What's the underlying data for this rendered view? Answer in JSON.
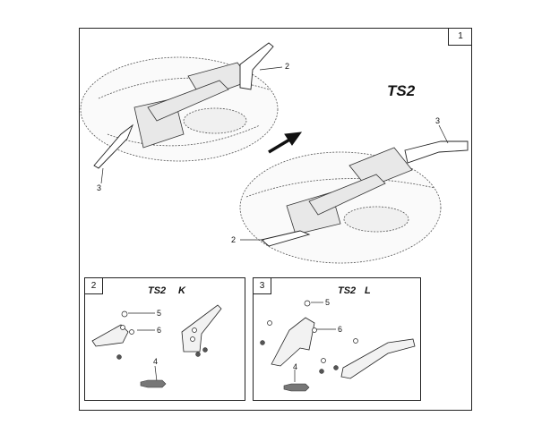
{
  "sheet": {
    "number": "1",
    "model": "TS2"
  },
  "main_callouts": {
    "c2_top": "2",
    "c3_left": "3",
    "c3_right": "3",
    "c2_bottom": "2"
  },
  "panels": [
    {
      "number": "2",
      "title_model": "TS2",
      "title_variant": "K",
      "callouts": {
        "c4": "4",
        "c5": "5",
        "c6": "6"
      }
    },
    {
      "number": "3",
      "title_model": "TS2",
      "title_variant": "L",
      "callouts": {
        "c4": "4",
        "c5": "5",
        "c6": "6"
      }
    }
  ]
}
